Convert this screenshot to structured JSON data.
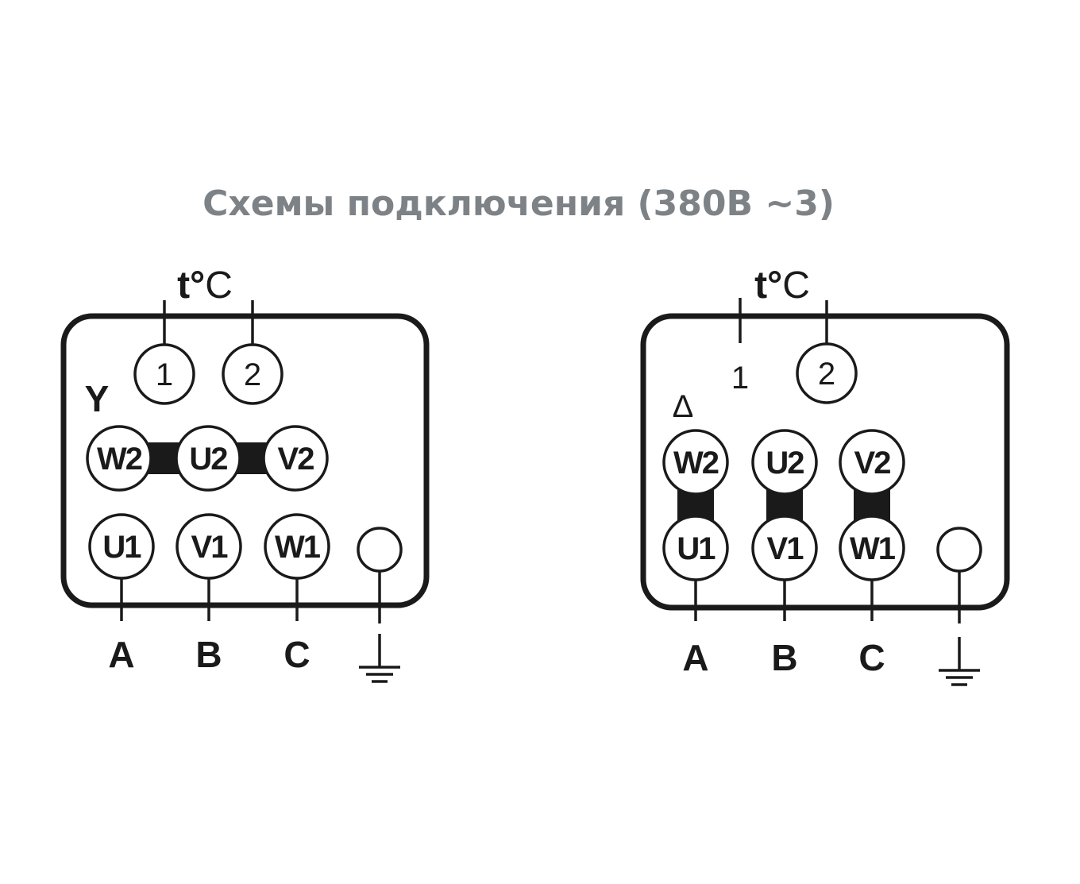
{
  "title": "Схемы подключения (380В ~3)",
  "colors": {
    "line": "#1a1a1a",
    "title": "#7d8286"
  },
  "diagrams": [
    {
      "name": "star",
      "connection_symbol": "Y",
      "thermo_label_t": "t°",
      "thermo_label_c": "C",
      "thermo_contacts": [
        "1",
        "2"
      ],
      "top_terminals": [
        "W2",
        "U2",
        "V2"
      ],
      "bottom_terminals": [
        "U1",
        "V1",
        "W1"
      ],
      "phases": [
        "A",
        "B",
        "C"
      ]
    },
    {
      "name": "delta",
      "connection_symbol": "Δ",
      "thermo_label_t": "t°",
      "thermo_label_c": "C",
      "thermo_contacts": [
        "1",
        "2"
      ],
      "top_terminals": [
        "W2",
        "U2",
        "V2"
      ],
      "bottom_terminals": [
        "U1",
        "V1",
        "W1"
      ],
      "phases": [
        "A",
        "B",
        "C"
      ]
    }
  ]
}
